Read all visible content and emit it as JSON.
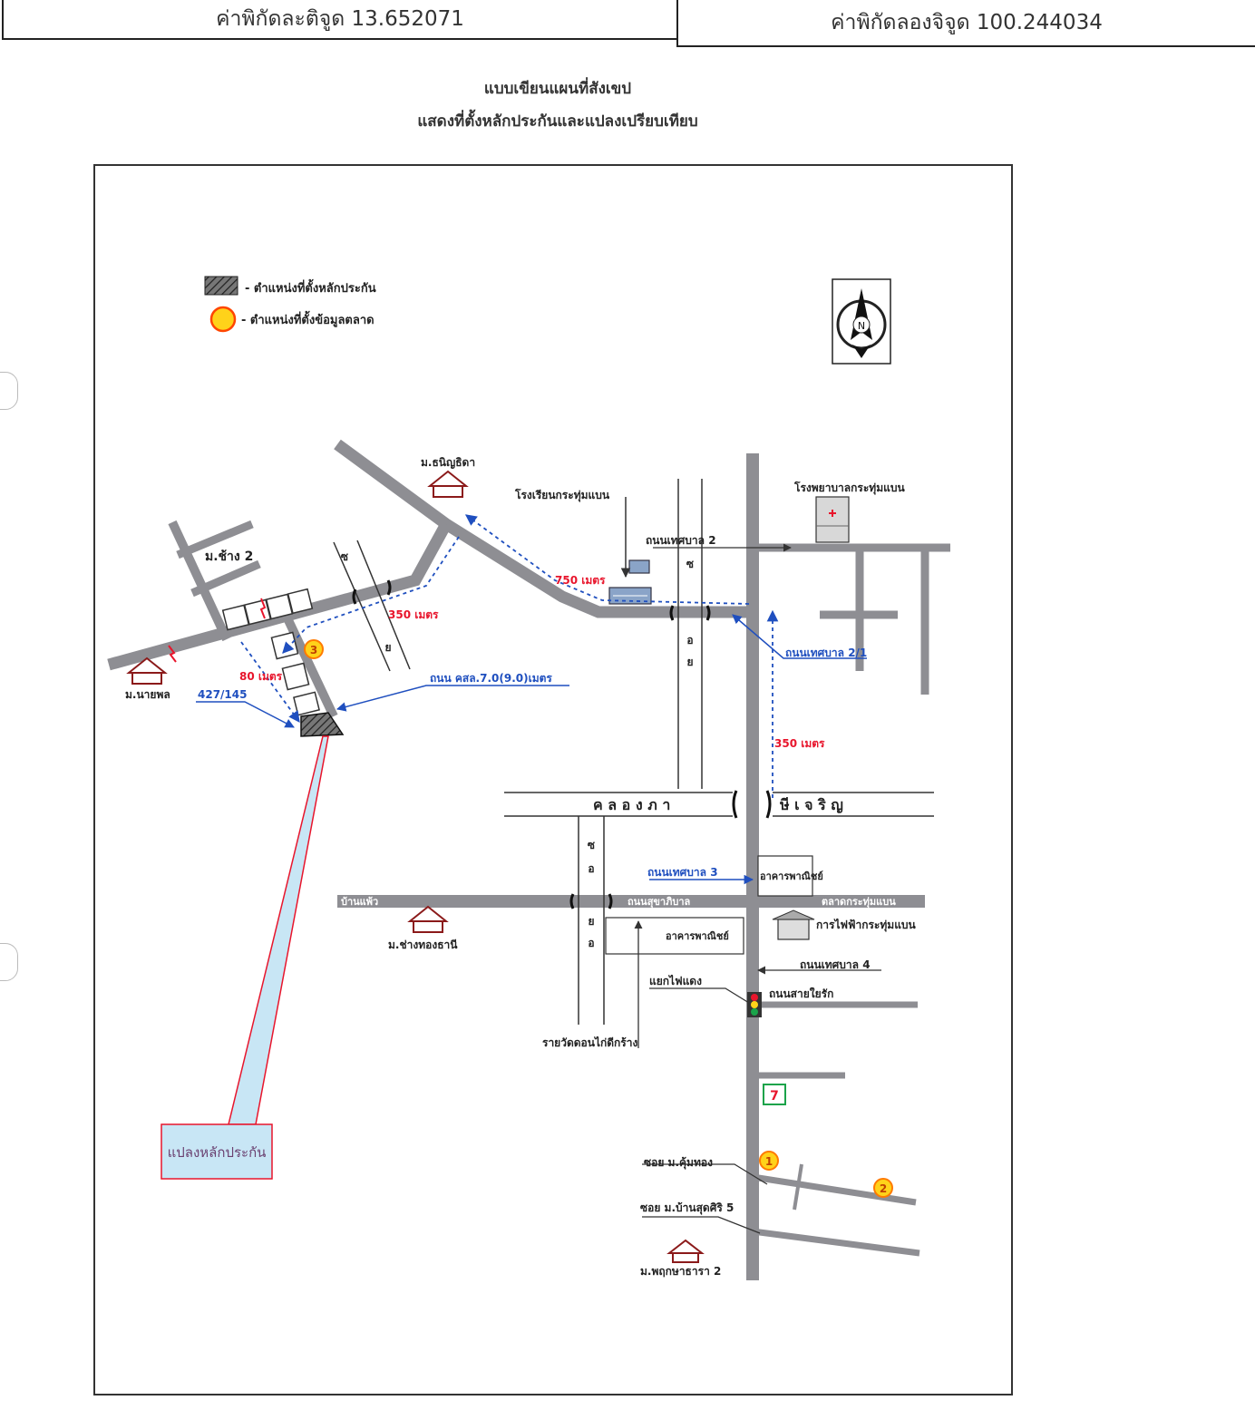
{
  "header": {
    "latitude_label": "ค่าพิกัดละติจูด 13.652071",
    "longitude_label": "ค่าพิกัดลองจิจูด 100.244034"
  },
  "title": {
    "line1": "แบบเขียนแผนที่สังเขป",
    "line2": "แสดงที่ตั้งหลักประกันและแปลงเปรียบเทียบ"
  },
  "legend": {
    "collateral": "- ตำแหน่งที่ตั้งหลักประกัน",
    "market": "- ตำแหน่งที่ตั้งข้อมูลตลาด"
  },
  "compass": {
    "label": "N",
    "icon": "north-arrow-icon"
  },
  "map_labels": {
    "m_chanisa": "ม.ธนิญธิดา",
    "m_chang2": "ม.ช้าง 2",
    "school": "โรงเรียนกระทุ่มแบน",
    "hospital": "โรงพยาบาลกระทุ่มแบน",
    "road_thesaban2": "ถนนเทศบาล 2",
    "dist_750": "750 เมตร",
    "dist_350_left": "350 เมตร",
    "dist_80": "80 เมตร",
    "road_thesaban2_1": "ถนนเทศบาล 2/1",
    "dist_350_right": "350 เมตร",
    "road_kso": "ถนน คสล.7.0(9.0)เมตร",
    "addr": "427/145",
    "m_nairak": "ม.นายพล",
    "marker3": "3",
    "canal_left": "ค ล อ ง ภ า",
    "canal_right": "ษี เ จ ริ ญ",
    "road_thesaban3": "ถนนเทศบาล 3",
    "commercial1": "อาคารพาณิชย์",
    "road_left": "บ้านแพ้ว",
    "road_center": "ถนนสุขาภิบาล",
    "market_kbn": "ตลาดกระทุ่มแบน",
    "m_changthong": "ม.ช่างทองธานี",
    "commercial2": "อาคารพาณิชย์",
    "electricity": "การไฟฟ้ากระทุ่มแบน",
    "road_thesaban4": "ถนนเทศบาล 4",
    "traffic_light": "แยกไฟแดง",
    "road_saiyai": "ถนนสายใยรัก",
    "wat_road": "รายวัดดอนไก่ดีกร้าง",
    "soi_kunthong": "ซอย ม.คุ้มทอง",
    "marker1": "1",
    "marker2": "2",
    "soi_baanlak": "ซอย ม.บ้านสุดศิริ 5",
    "m_pruksa": "ม.พฤกษาธารา 2",
    "collateral_box": "แปลงหลักประกัน",
    "road_tick_a": "ซ",
    "road_tick_b": "อ",
    "road_tick_c": "ย"
  },
  "colors": {
    "road": "#8e8e93",
    "distance_red": "#e8152c",
    "blue_annotation": "#1f4fbf",
    "marker_yellow": "#ffd21a",
    "marker_orange": "#ff7a00",
    "callout_red": "#e8152c",
    "callout_fill": "#c8e6f5"
  }
}
